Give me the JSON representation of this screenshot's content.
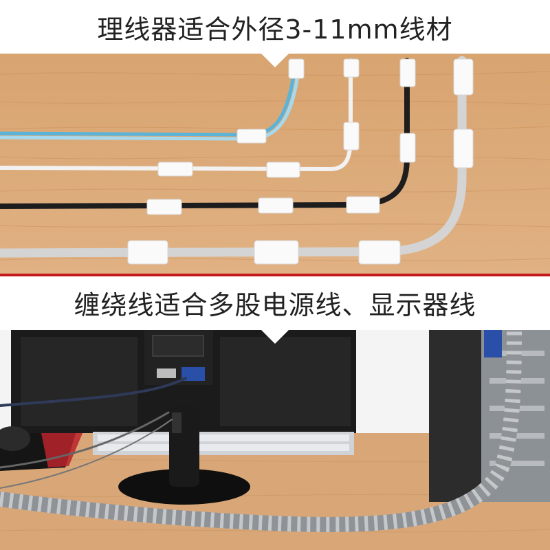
{
  "banners": {
    "top": "理线器适合外径3-11mm线材",
    "middle": "缠绕线适合多股电源线、显示器线"
  },
  "photos": {
    "top": {
      "subject": "cable clips holding four cables on a wooden desk"
    },
    "bottom": {
      "subject": "monitor and PC tower with cables bundled in grey spiral wrap"
    }
  },
  "colors": {
    "accent_red": "#c8161d",
    "wood": "#d9a777",
    "spiral_wrap": "#9a9da1"
  }
}
